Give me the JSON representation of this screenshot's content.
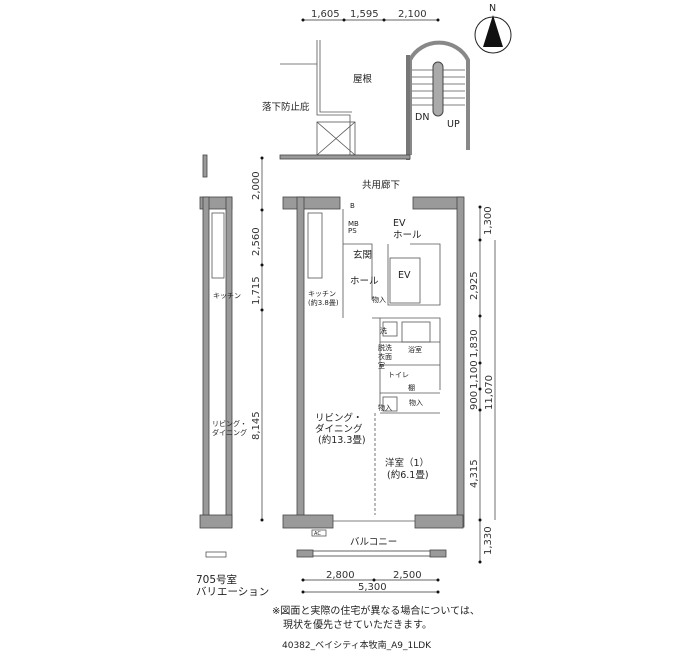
{
  "compass": {
    "label": "N"
  },
  "labels": {
    "canopy": "落下防止庇",
    "roof": "屋根",
    "stair_dn": "DN",
    "stair_up": "UP",
    "corridor": "共用廊下",
    "ev_hall_1": "EV",
    "ev_hall_2": "ホール",
    "ev": "EV",
    "entrance": "玄関",
    "hall": "ホール",
    "kitchen": "キッチン",
    "kitchen_size": "(約3.8畳)",
    "storage_entry": "物入",
    "laundry": "洗",
    "washroom_1": "脱洗",
    "washroom_2": "衣面",
    "washroom_3": "室",
    "bath": "浴室",
    "toilet": "トイレ",
    "shelf": "棚",
    "storage_a": "物入",
    "storage_b": "物入",
    "living_1": "リビング・",
    "living_2": "ダイニング",
    "living_size": "(約13.3畳)",
    "bedroom": "洋室（1）",
    "bedroom_size": "(約6.1畳)",
    "balcony": "バルコニー",
    "b": "B",
    "mb": "MB",
    "ps": "PS",
    "ac": "AC",
    "var_kitchen": "キッチン",
    "var_living_1": "リビング・",
    "var_living_2": "ダイニング",
    "variation_1": "705号室",
    "variation_2": "バリエーション"
  },
  "dimensions": {
    "top": [
      "1,605",
      "1,595",
      "2,100"
    ],
    "left": [
      "2,000",
      "2,560",
      "1,715",
      "8,145"
    ],
    "right": [
      "1,300",
      "2,925",
      "1,830",
      "1,100",
      "900",
      "4,315",
      "1,330"
    ],
    "right_total": "11,070",
    "bottom": [
      "2,800",
      "2,500"
    ],
    "bottom_total": "5,300"
  },
  "footer": {
    "note_1": "※図面と実際の住宅が異なる場合については、",
    "note_2": "現状を優先させていただきます。",
    "caption": "40382_ベイシティ本牧南_A9_1LDK"
  }
}
